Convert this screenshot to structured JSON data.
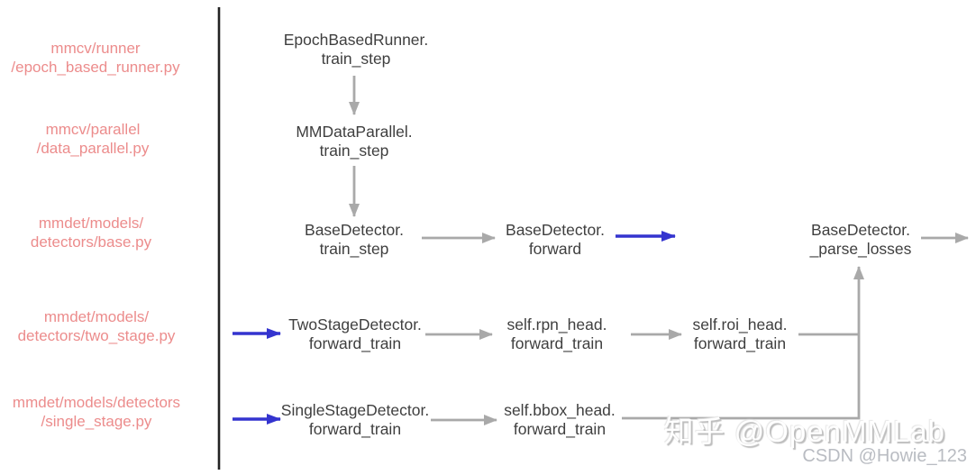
{
  "diagram": {
    "type": "flowchart",
    "description": "MMDetection training call flow",
    "sidebar_files": [
      {
        "label": "mmcv/runner\n/epoch_based_runner.py"
      },
      {
        "label": "mmcv/parallel\n/data_parallel.py"
      },
      {
        "label": "mmdet/models/\ndetectors/base.py"
      },
      {
        "label": "mmdet/models/\ndetectors/two_stage.py"
      },
      {
        "label": "mmdet/models/detectors\n/single_stage.py"
      }
    ],
    "nodes": [
      {
        "id": "epoch-based-runner-train-step",
        "label": "EpochBasedRunner.\ntrain_step"
      },
      {
        "id": "mmdataparallel-train-step",
        "label": "MMDataParallel.\ntrain_step"
      },
      {
        "id": "basedetector-train-step",
        "label": "BaseDetector.\ntrain_step"
      },
      {
        "id": "basedetector-forward",
        "label": "BaseDetector.\nforward"
      },
      {
        "id": "basedetector-parse-losses",
        "label": "BaseDetector.\n_parse_losses"
      },
      {
        "id": "twostagedetector-forward-train",
        "label": "TwoStageDetector.\nforward_train"
      },
      {
        "id": "self-rpn-head-forward-train",
        "label": "self.rpn_head.\nforward_train"
      },
      {
        "id": "self-roi-head-forward-train",
        "label": "self.roi_head.\nforward_train"
      },
      {
        "id": "singlestagedetector-forward-train",
        "label": "SingleStageDetector.\nforward_train"
      },
      {
        "id": "self-bbox-head-forward-train",
        "label": "self.bbox_head.\nforward_train"
      }
    ],
    "edges": [
      {
        "from": "EpochBasedRunner.train_step",
        "to": "MMDataParallel.train_step",
        "color": "gray"
      },
      {
        "from": "MMDataParallel.train_step",
        "to": "BaseDetector.train_step",
        "color": "gray"
      },
      {
        "from": "BaseDetector.train_step",
        "to": "BaseDetector.forward",
        "color": "gray"
      },
      {
        "from": "BaseDetector.forward",
        "to": "(off-right)",
        "color": "blue"
      },
      {
        "from": "(off-left)",
        "to": "TwoStageDetector.forward_train",
        "color": "blue"
      },
      {
        "from": "TwoStageDetector.forward_train",
        "to": "self.rpn_head.forward_train",
        "color": "gray"
      },
      {
        "from": "self.rpn_head.forward_train",
        "to": "self.roi_head.forward_train",
        "color": "gray"
      },
      {
        "from": "self.roi_head.forward_train",
        "to": "BaseDetector._parse_losses",
        "color": "gray"
      },
      {
        "from": "(off-left)",
        "to": "SingleStageDetector.forward_train",
        "color": "blue"
      },
      {
        "from": "SingleStageDetector.forward_train",
        "to": "self.bbox_head.forward_train",
        "color": "gray"
      },
      {
        "from": "self.bbox_head.forward_train",
        "to": "BaseDetector._parse_losses",
        "color": "gray"
      },
      {
        "from": "BaseDetector._parse_losses",
        "to": "(off-right)",
        "color": "gray"
      }
    ]
  },
  "watermarks": {
    "zhihu": "知乎 @OpenMMLab",
    "csdn": "CSDN @Howie_123"
  },
  "colors": {
    "file-label": "#ec8c8c",
    "node-text": "#3f3f3f",
    "arrow-gray": "#a9a9a9",
    "arrow-blue": "#3434cf",
    "divider": "#222222",
    "watermark-csdn": "#b9bcc2"
  }
}
